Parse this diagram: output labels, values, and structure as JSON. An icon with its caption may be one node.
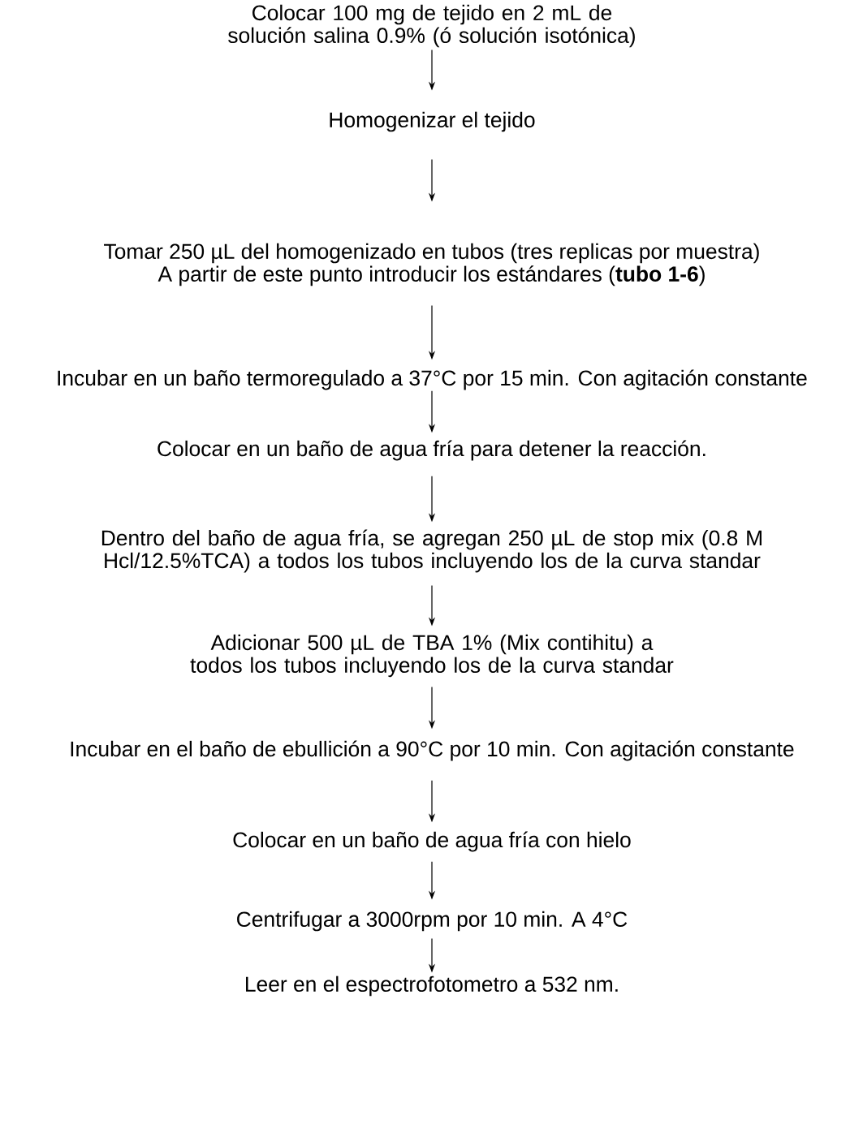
{
  "diagram": {
    "nodes": [
      {
        "text": [
          "Colocar 100  mg de  tejido en  2 mL de solución salina  0.9% (ó solución isotónica)"
        ]
      },
      {
        "text": [
          "Homogenizar el tejido"
        ]
      },
      {
        "text": [
          "Tomar 250 µL del homogenizado en tubos (tres replicas por muestra)",
          "A partir de este punto introducir los estándares (**tubo 1-6**)"
        ]
      },
      {
        "text": [
          "Incubar en un baño termoregulado a 37°C por 15 min. Con agitación constante"
        ]
      },
      {
        "text": [
          "Colocar en un baño de agua fría para detener la reacción."
        ]
      },
      {
        "text": [
          "Dentro del baño de agua fría, se  agregan 250 µL de stop mix  (0.8 M Hcl/12.5%TCA) a todos los tubos incluyendo los de la curva standar"
        ]
      },
      {
        "text": [
          "Adicionar 500  µL de TBA 1% (Mix contihitu) a todos los tubos incluyendo los de la curva standar"
        ]
      },
      {
        "text": [
          "Incubar en el baño de ebullición a 90°C por 10 min. Con agitación constante"
        ]
      },
      {
        "text": [
          "Colocar en un baño de agua fría con hielo"
        ]
      },
      {
        "text": [
          "Centrifugar a 3000rpm por 10 min. A 4°C"
        ]
      },
      {
        "text": [
          "Leer en el espectrofotometro a 532 nm."
        ]
      }
    ],
    "edges": [
      {
        "from": 0,
        "to": 1,
        "arrow": "to"
      },
      {
        "from": 1,
        "to": 2,
        "arrow": "to"
      },
      {
        "from": 2,
        "to": 3,
        "arrow": "to"
      },
      {
        "from": 3,
        "to": 4,
        "arrow": "to"
      },
      {
        "from": 4,
        "to": 5,
        "arrow": "to"
      },
      {
        "from": 5,
        "to": 6,
        "arrow": "to"
      },
      {
        "from": 6,
        "to": 7,
        "arrow": "to"
      },
      {
        "from": 7,
        "to": 8,
        "arrow": "to"
      },
      {
        "from": 8,
        "to": 9,
        "arrow": "to"
      },
      {
        "from": 9,
        "to": 10,
        "arrow": "to"
      }
    ]
  }
}
